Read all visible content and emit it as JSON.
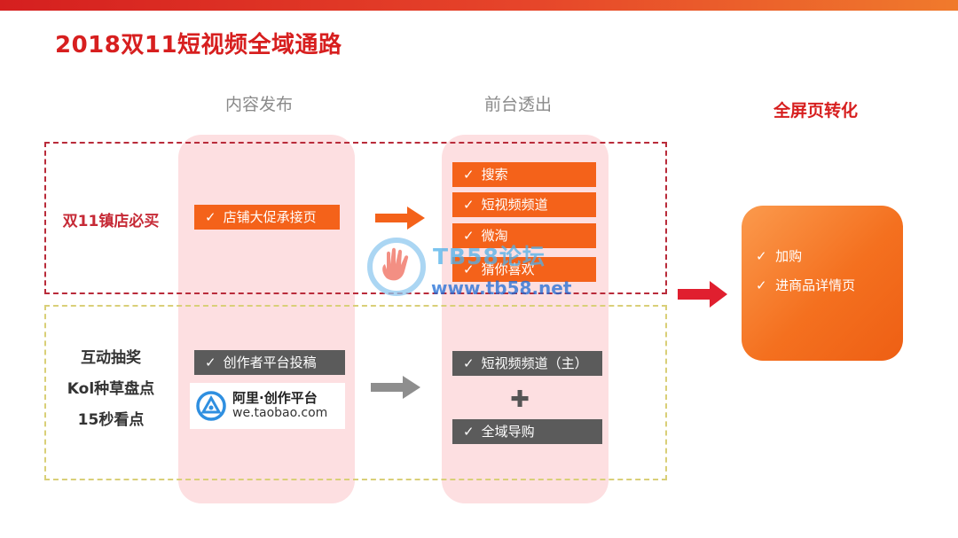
{
  "title": "2018双11短视频全域通路",
  "columns": {
    "content_publish": "内容发布",
    "front_display": "前台透出",
    "fullscreen_conversion": "全屏页转化"
  },
  "rows": {
    "top_label": "双11镇店必买",
    "bottom_labels": [
      "互动抽奖",
      "Kol种草盘点",
      "15秒看点"
    ]
  },
  "check_glyph": "✓",
  "publish_top": "店铺大促承接页",
  "publish_bottom": "创作者平台投稿",
  "creator_logo": {
    "name": "阿里·创作平台",
    "domain": "we.taobao.com"
  },
  "front_top_items": [
    "搜索",
    "短视频频道",
    "微淘",
    "猜你喜欢"
  ],
  "front_bottom_items": [
    "短视频频道（主）",
    "全域导购"
  ],
  "plus_glyph": "✚",
  "conversion_items": [
    "加购",
    "进商品详情页"
  ],
  "watermark": {
    "name": "TB58论坛",
    "url": "www.tb58.net"
  },
  "icons": [
    "check-icon",
    "arrow-right-icon",
    "plus-icon",
    "creator-platform-logo-icon",
    "watermark-hand-icon"
  ],
  "colors": {
    "title_red": "#d71f1f",
    "tag_orange": "#f4621a",
    "tag_gray": "#5b5b5b",
    "panel_pink": "#fddfe1",
    "conversion_orange": "#f4701f",
    "dash_red": "#b92b3a",
    "dash_yellow": "#d9cf78"
  }
}
